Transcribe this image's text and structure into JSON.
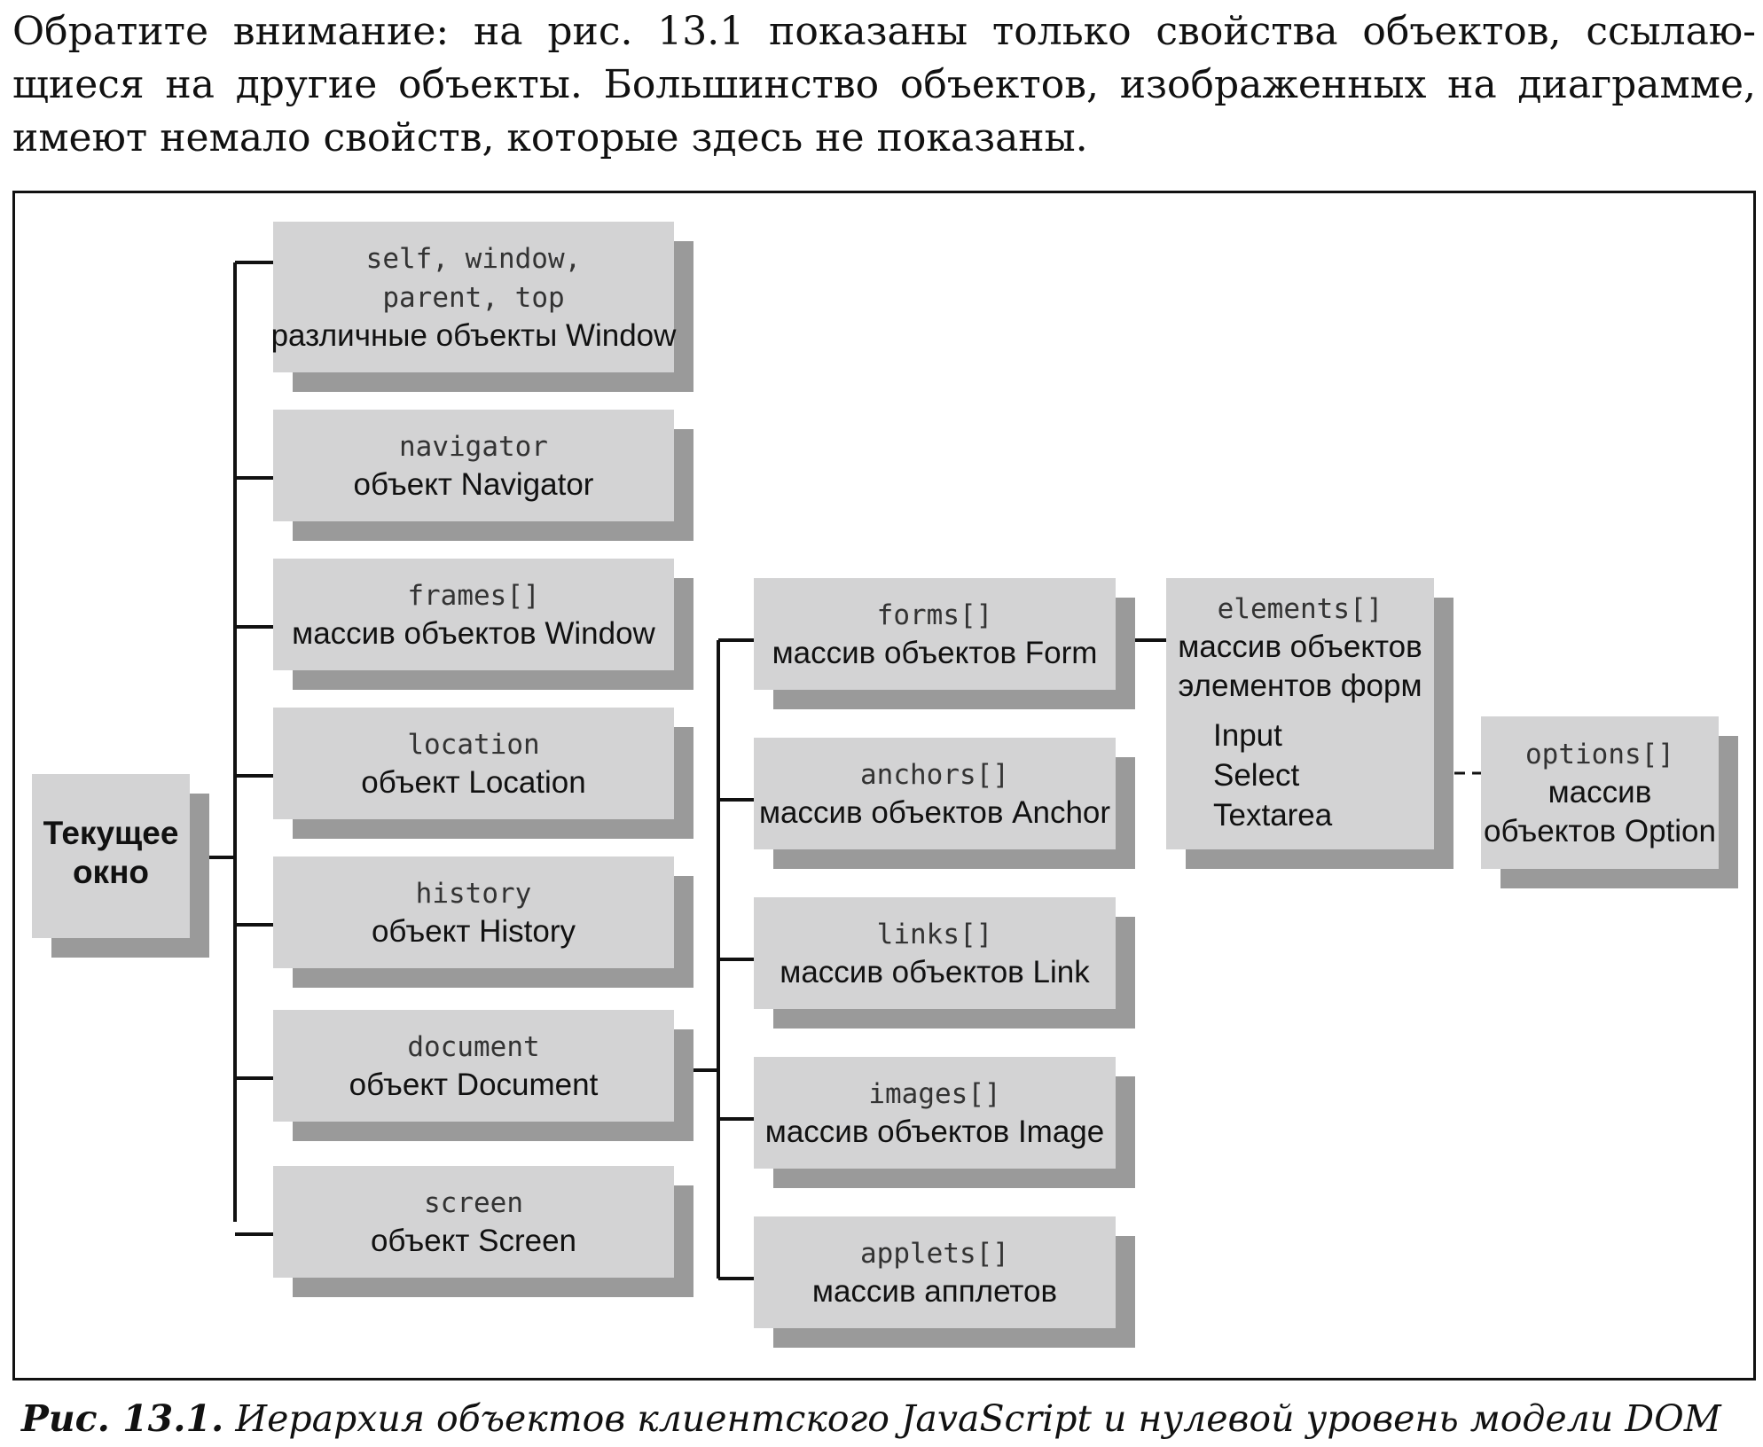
{
  "intro_text": "Обратите внимание: на рис. 13.1 показаны только свойства объектов, ссылаю­щиеся на другие объекты. Большинство объектов, изображенных на диаграмме, имеют немало свойств, которые здесь не показаны.",
  "caption": {
    "number": "Рис. 13.1.",
    "text": "Иерархия объектов клиентского JavaScript и нулевой уровень модели DOM"
  },
  "diagram": {
    "root": {
      "lines": [
        "Текущее",
        "окно"
      ]
    },
    "window_props": [
      {
        "prop": [
          "self, window,",
          "parent, top"
        ],
        "desc": [
          "различные объекты Window"
        ]
      },
      {
        "prop": [
          "navigator"
        ],
        "desc": [
          "объект Navigator"
        ]
      },
      {
        "prop": [
          "frames[]"
        ],
        "desc": [
          "массив объектов Window"
        ]
      },
      {
        "prop": [
          "location"
        ],
        "desc": [
          "объект Location"
        ]
      },
      {
        "prop": [
          "history"
        ],
        "desc": [
          "объект History"
        ]
      },
      {
        "prop": [
          "document"
        ],
        "desc": [
          "объект Document"
        ]
      },
      {
        "prop": [
          "screen"
        ],
        "desc": [
          "объект Screen"
        ]
      }
    ],
    "document_props": [
      {
        "prop": [
          "forms[]"
        ],
        "desc": [
          "массив объектов Form"
        ]
      },
      {
        "prop": [
          "anchors[]"
        ],
        "desc": [
          "массив объектов Anchor"
        ]
      },
      {
        "prop": [
          "links[]"
        ],
        "desc": [
          "массив объектов Link"
        ]
      },
      {
        "prop": [
          "images[]"
        ],
        "desc": [
          "массив объектов Image"
        ]
      },
      {
        "prop": [
          "applets[]"
        ],
        "desc": [
          "массив апплетов"
        ]
      }
    ],
    "elements": {
      "prop": [
        "elements[]"
      ],
      "desc": [
        "массив объектов",
        "элементов форм"
      ],
      "items": [
        "Input",
        "Select",
        "Textarea"
      ]
    },
    "options": {
      "prop": [
        "options[]"
      ],
      "desc": [
        "массив",
        "объектов Option"
      ]
    }
  }
}
